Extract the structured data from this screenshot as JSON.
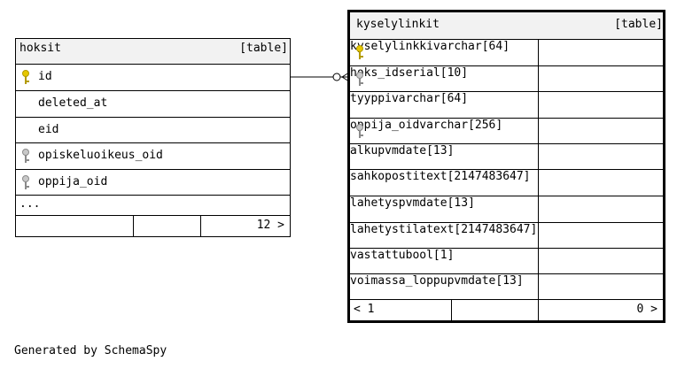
{
  "hoksit": {
    "name": "hoksit",
    "kind": "[table]",
    "columns": [
      {
        "name": "id",
        "key": "primary"
      },
      {
        "name": "deleted_at",
        "key": "none"
      },
      {
        "name": "eid",
        "key": "none"
      },
      {
        "name": "opiskeluoikeus_oid",
        "key": "foreign"
      },
      {
        "name": "oppija_oid",
        "key": "foreign"
      }
    ],
    "more": "...",
    "footer_count": "12 >"
  },
  "kyselylinkit": {
    "name": "kyselylinkit",
    "kind": "[table]",
    "columns": [
      {
        "name": "kyselylinkki",
        "type": "varchar[64]",
        "key": "primary"
      },
      {
        "name": "hoks_id",
        "type": "serial[10]",
        "key": "foreign"
      },
      {
        "name": "tyyppi",
        "type": "varchar[64]",
        "key": "none"
      },
      {
        "name": "oppija_oid",
        "type": "varchar[256]",
        "key": "foreign"
      },
      {
        "name": "alkupvm",
        "type": "date[13]",
        "key": "none"
      },
      {
        "name": "sahkoposti",
        "type": "text[2147483647]",
        "key": "none"
      },
      {
        "name": "lahetyspvm",
        "type": "date[13]",
        "key": "none"
      },
      {
        "name": "lahetystila",
        "type": "text[2147483647]",
        "key": "none"
      },
      {
        "name": "vastattu",
        "type": "bool[1]",
        "key": "none"
      },
      {
        "name": "voimassa_loppupvm",
        "type": "date[13]",
        "key": "none"
      }
    ],
    "footer_left": "< 1",
    "footer_right": "0 >"
  },
  "generated_by": "Generated by SchemaSpy",
  "colors": {
    "header_bg": "#f2f2f2",
    "primary_key": "#e6c800",
    "foreign_key": "#a0a0a0",
    "border": "#000000"
  }
}
